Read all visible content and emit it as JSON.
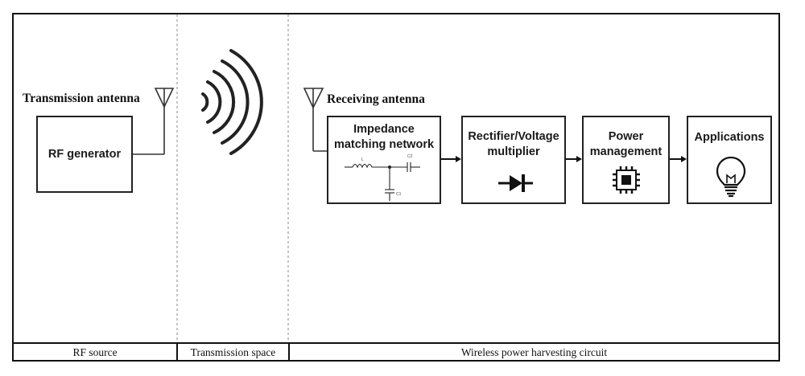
{
  "rf_source": {
    "antenna_label": "Transmission  antenna",
    "generator_label": "RF generator"
  },
  "receiver": {
    "antenna_label": "Receiving antenna",
    "blocks": [
      {
        "line1": "Impedance",
        "line2": "matching network",
        "icon": "lc-circuit-icon"
      },
      {
        "line1": "Rectifier/Voltage",
        "line2": "multiplier",
        "icon": "diode-icon"
      },
      {
        "line1": "Power",
        "line2": "management",
        "icon": "chip-icon"
      },
      {
        "line1": "Applications",
        "line2": "",
        "icon": "lightbulb-icon"
      }
    ],
    "circuit_labels": {
      "inductor": "L",
      "cap_series": "C2",
      "cap_shunt": "C1"
    }
  },
  "footer": {
    "rf_source": "RF source",
    "transmission_space": "Transmission space",
    "harvesting_circuit": "Wireless power harvesting circuit"
  },
  "colors": {
    "line": "#222222",
    "border": "#111111",
    "divider": "#888888"
  }
}
